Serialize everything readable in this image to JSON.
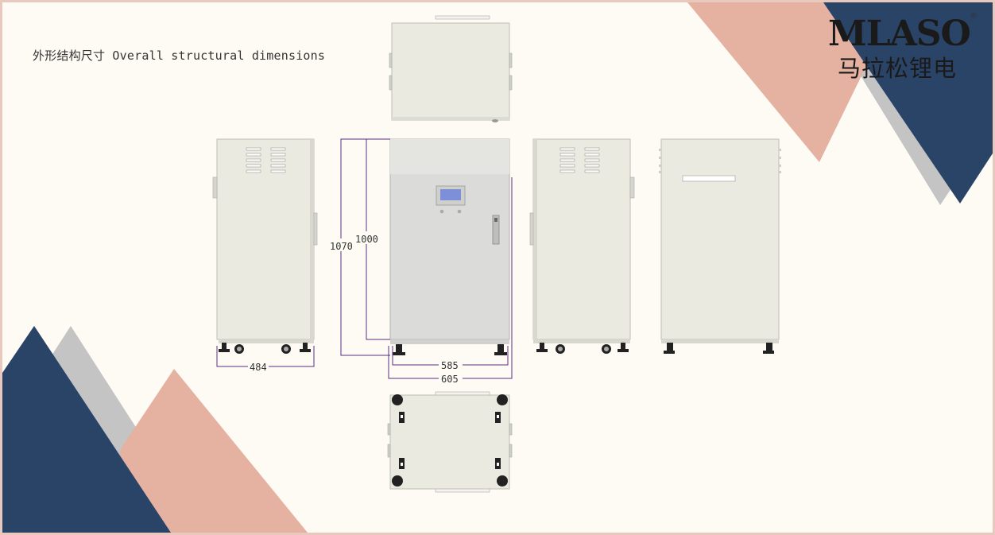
{
  "title": "外形结构尺寸 Overall structural dimensions",
  "brand": {
    "name_en": "MLASO",
    "name_cn": "马拉松锂电",
    "registered_mark": "®"
  },
  "dimensions": {
    "side_width": "484",
    "front_inner_width": "585",
    "front_outer_width": "605",
    "body_height": "1000",
    "total_height": "1070"
  },
  "colors": {
    "navy": "#2a4468",
    "salmon": "#e5b1a0",
    "gray": "#c4c4c4",
    "cabinet": "#ebeae1",
    "dimension_line": "#5a2d82",
    "brand_accent": "#e07a1f"
  },
  "icons": [
    "display-panel-icon",
    "door-handle-icon",
    "caster-wheel-icon",
    "vent-slot-icon"
  ]
}
